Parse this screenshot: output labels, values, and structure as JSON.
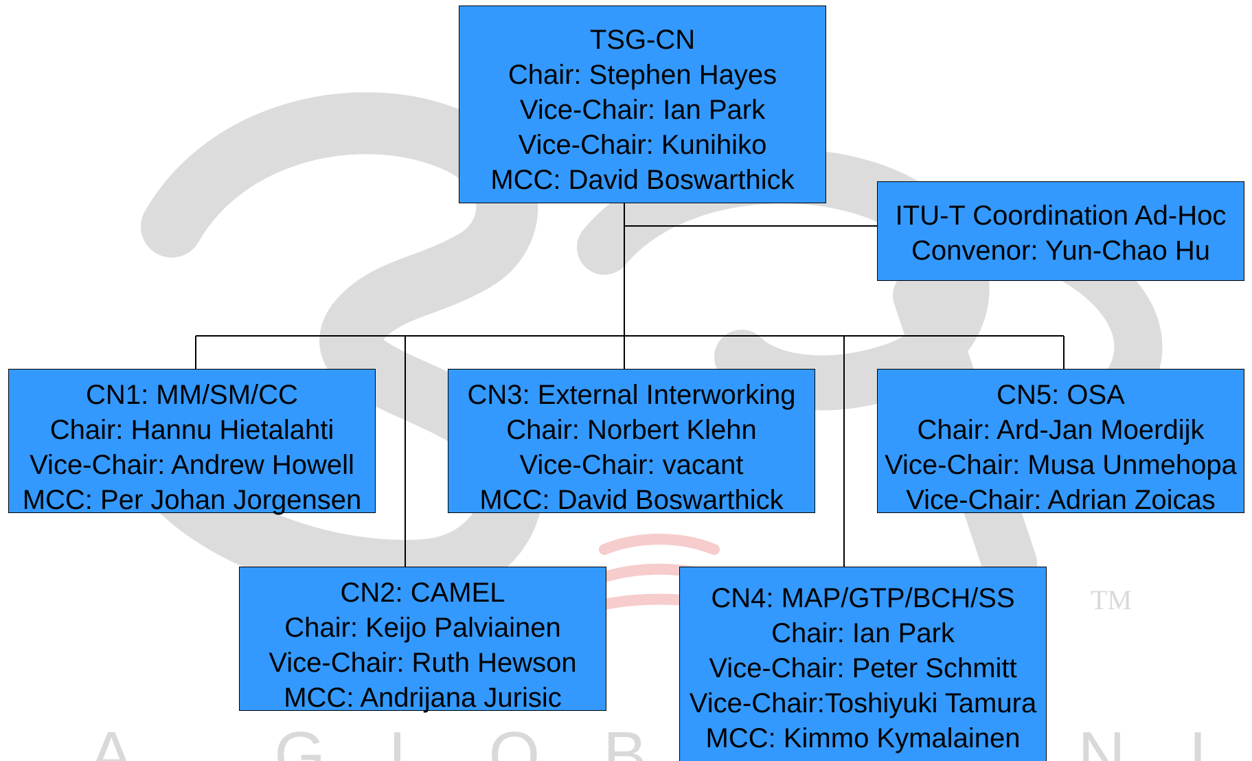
{
  "watermark": {
    "tagline": "A GLOBAL INITIATIVE",
    "trademark": "TM"
  },
  "tsg_cn": {
    "lines": [
      "TSG-CN",
      "Chair: Stephen Hayes",
      "Vice-Chair: Ian Park",
      "Vice-Chair: Kunihiko",
      "MCC: David Boswarthick"
    ]
  },
  "itu_t": {
    "lines": [
      "ITU-T Coordination Ad-Hoc",
      "Convenor: Yun-Chao Hu"
    ]
  },
  "cn1": {
    "lines": [
      "CN1: MM/SM/CC",
      "Chair: Hannu Hietalahti",
      "Vice-Chair: Andrew Howell",
      "MCC: Per Johan Jorgensen"
    ]
  },
  "cn2": {
    "lines": [
      "CN2: CAMEL",
      "Chair: Keijo Palviainen",
      "Vice-Chair: Ruth Hewson",
      "MCC: Andrijana Jurisic"
    ]
  },
  "cn3": {
    "lines": [
      "CN3: External Interworking",
      "Chair: Norbert Klehn",
      "Vice-Chair: vacant",
      "MCC: David Boswarthick"
    ]
  },
  "cn4": {
    "lines": [
      "CN4: MAP/GTP/BCH/SS",
      "Chair: Ian Park",
      "Vice-Chair: Peter Schmitt",
      "Vice-Chair:Toshiyuki Tamura",
      "MCC: Kimmo Kymalainen"
    ]
  },
  "cn5": {
    "lines": [
      "CN5: OSA",
      "Chair: Ard-Jan Moerdijk",
      "Vice-Chair: Musa Unmehopa",
      "Vice-Chair: Adrian Zoicas"
    ]
  },
  "colors": {
    "box_fill": "#3399ff",
    "line": "#000000",
    "watermark_gray": "#d9d9d9",
    "watermark_red": "#f4c2c2"
  }
}
